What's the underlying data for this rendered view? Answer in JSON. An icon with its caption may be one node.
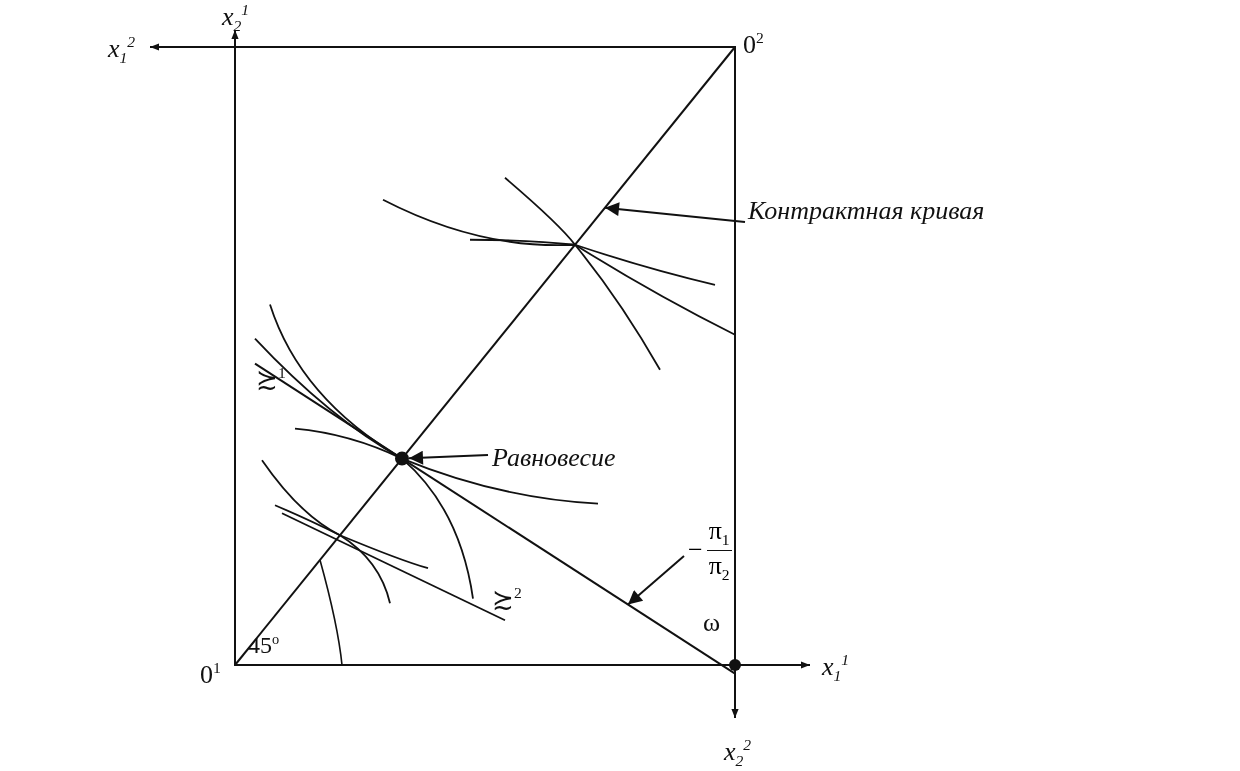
{
  "diagram": {
    "nodes": [
      {
        "text": [
          "Контрактная кривая"
        ]
      },
      {
        "text": [
          "Равновесие"
        ]
      },
      {
        "text": [],
        "shape": "circle"
      },
      {
        "text": [
          "−",
          "π$_{1}$",
          "π$_{2}$"
        ]
      }
    ],
    "edges": [
      {
        "from": 0,
        "to": null,
        "arrow": "to"
      },
      {
        "from": 1,
        "to": 2,
        "arrow": "to"
      },
      {
        "from": 3,
        "to": null,
        "arrow": "to"
      }
    ],
    "labels": [
      "x$_{2}$$^{1}$",
      "x$_{1}$$^{2}$",
      "0$^{2}$",
      "≿$^{1}$",
      "≿$^{2}$",
      "ω",
      "0$^{1}$",
      "45$^{o}$",
      "x$_{1}$$^{1}$",
      "x$_{2}$$^{2}$"
    ]
  }
}
